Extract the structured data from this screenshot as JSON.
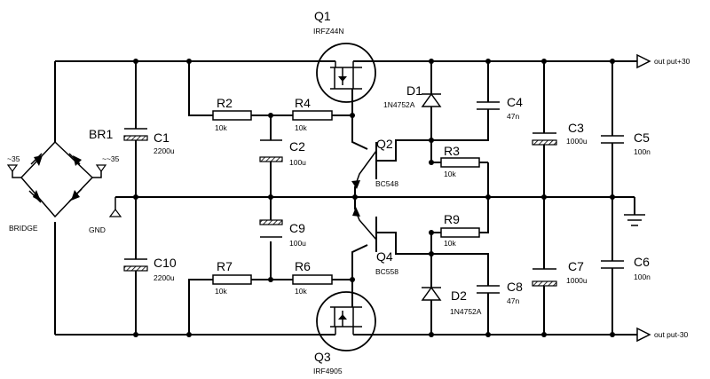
{
  "components": {
    "q1": {
      "ref": "Q1",
      "part": "IRFZ44N"
    },
    "q2": {
      "ref": "Q2",
      "part": "BC548"
    },
    "q3": {
      "ref": "Q3",
      "part": "IRF4905"
    },
    "q4": {
      "ref": "Q4",
      "part": "BC558"
    },
    "d1": {
      "ref": "D1",
      "part": "1N4752A"
    },
    "d2": {
      "ref": "D2",
      "part": "1N4752A"
    },
    "r2": {
      "ref": "R2",
      "value": "10k"
    },
    "r3": {
      "ref": "R3",
      "value": "10k"
    },
    "r4": {
      "ref": "R4",
      "value": "10k"
    },
    "r6": {
      "ref": "R6",
      "value": "10k"
    },
    "r7": {
      "ref": "R7",
      "value": "10k"
    },
    "r9": {
      "ref": "R9",
      "value": "10k"
    },
    "c1": {
      "ref": "C1",
      "value": "2200u"
    },
    "c2": {
      "ref": "C2",
      "value": "100u"
    },
    "c3": {
      "ref": "C3",
      "value": "1000u"
    },
    "c4": {
      "ref": "C4",
      "value": "47n"
    },
    "c5": {
      "ref": "C5",
      "value": "100n"
    },
    "c6": {
      "ref": "C6",
      "value": "100n"
    },
    "c7": {
      "ref": "C7",
      "value": "1000u"
    },
    "c8": {
      "ref": "C8",
      "value": "47n"
    },
    "c9": {
      "ref": "C9",
      "value": "100u"
    },
    "c10": {
      "ref": "C10",
      "value": "2200u"
    },
    "br1": {
      "ref": "BR1",
      "part": "BRIDGE"
    }
  },
  "ports": {
    "ac_left": "~35",
    "ac_right": "~~35",
    "gnd": "GND",
    "out_pos": "out put+30",
    "out_neg": "out put-30"
  }
}
